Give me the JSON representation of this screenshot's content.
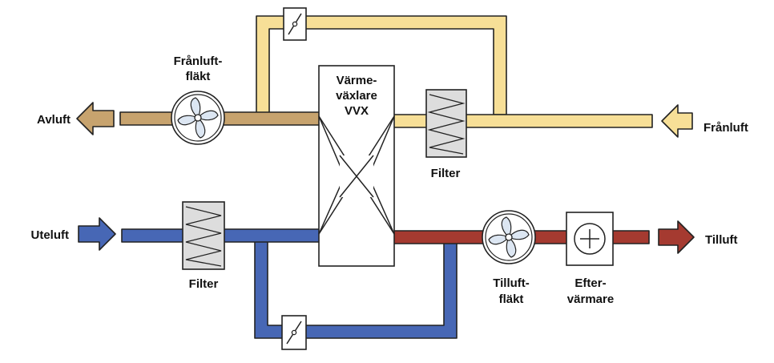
{
  "labels": {
    "avluft": "Avluft",
    "franluft": "Frånluft",
    "uteluft": "Uteluft",
    "tilluft": "Tilluft",
    "franluft_flakt_1": "Frånluft-",
    "franluft_flakt_2": "fläkt",
    "vvx_1": "Värme-",
    "vvx_2": "växlare",
    "vvx_3": "VVX",
    "filter_exhaust": "Filter",
    "filter_supply": "Filter",
    "tilluft_flakt_1": "Tilluft-",
    "tilluft_flakt_2": "fläkt",
    "eftervarmare_1": "Efter-",
    "eftervarmare_2": "värmare"
  },
  "colors": {
    "extract_air": "#f7df97",
    "exhaust_air": "#c7a36e",
    "outdoor_air": "#4767b5",
    "supply_air": "#a53a30",
    "filter_fill": "#dddddd",
    "fan_blade": "#dce6f2"
  },
  "icons": {
    "fan": "fan-icon",
    "damper": "damper-icon",
    "heater": "plus-icon",
    "filter": "filter-icon"
  }
}
